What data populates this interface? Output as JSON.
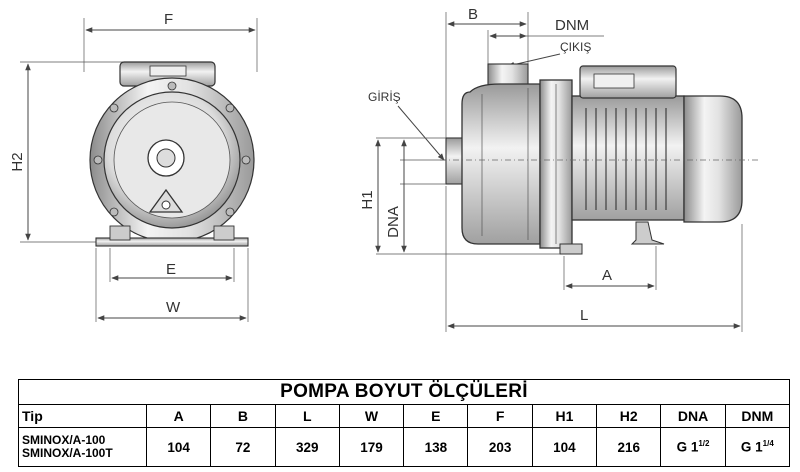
{
  "drawing": {
    "front_view": {
      "labels": {
        "F": "F",
        "H2": "H2",
        "E": "E",
        "W": "W"
      }
    },
    "side_view": {
      "labels": {
        "B": "B",
        "DNM": "DNM",
        "outlet": "ÇIKIŞ",
        "inlet": "GİRİŞ",
        "H1": "H1",
        "DNA": "DNA",
        "A": "A",
        "L": "L"
      }
    }
  },
  "table": {
    "title": "POMPA BOYUT ÖLÇÜLERİ",
    "headers": [
      "Tip",
      "A",
      "B",
      "L",
      "W",
      "E",
      "F",
      "H1",
      "H2",
      "DNA",
      "DNM"
    ],
    "models": [
      "SMINOX/A-100",
      "SMINOX/A-100T"
    ],
    "values": {
      "A": "104",
      "B": "72",
      "L": "329",
      "W": "179",
      "E": "138",
      "F": "203",
      "H1": "104",
      "H2": "216",
      "DNA": {
        "base": "G 1",
        "sup": "1/2"
      },
      "DNM": {
        "base": "G 1",
        "sup": "1/4"
      }
    }
  }
}
